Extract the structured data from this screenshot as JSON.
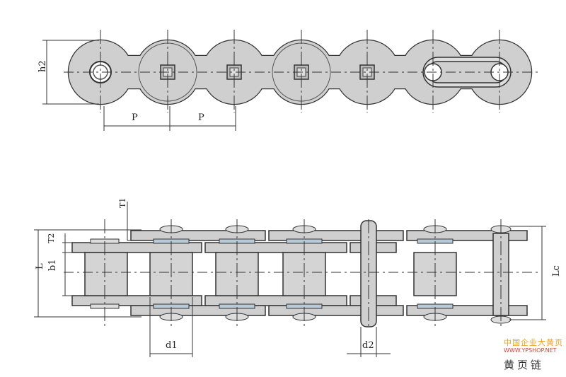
{
  "title": "Roller chain dimension drawing",
  "labels": {
    "h2": "h2",
    "p1": "P",
    "p2": "P",
    "t1": "T1",
    "t2": "T2",
    "l": "L",
    "b1": "b1",
    "lc": "Lc",
    "d1": "d1",
    "d2": "d2"
  },
  "watermark": {
    "line1": "中国企业大黄页",
    "line2": "WWW.YPSHOP.NET",
    "line3": "黄页链"
  },
  "colors": {
    "plate": "#cfcfcf",
    "roller": "#d4d4d4",
    "bushing": "#b8cad8",
    "line": "#333333",
    "watermark_orange": "#f0a020",
    "watermark_red": "#d04040"
  }
}
